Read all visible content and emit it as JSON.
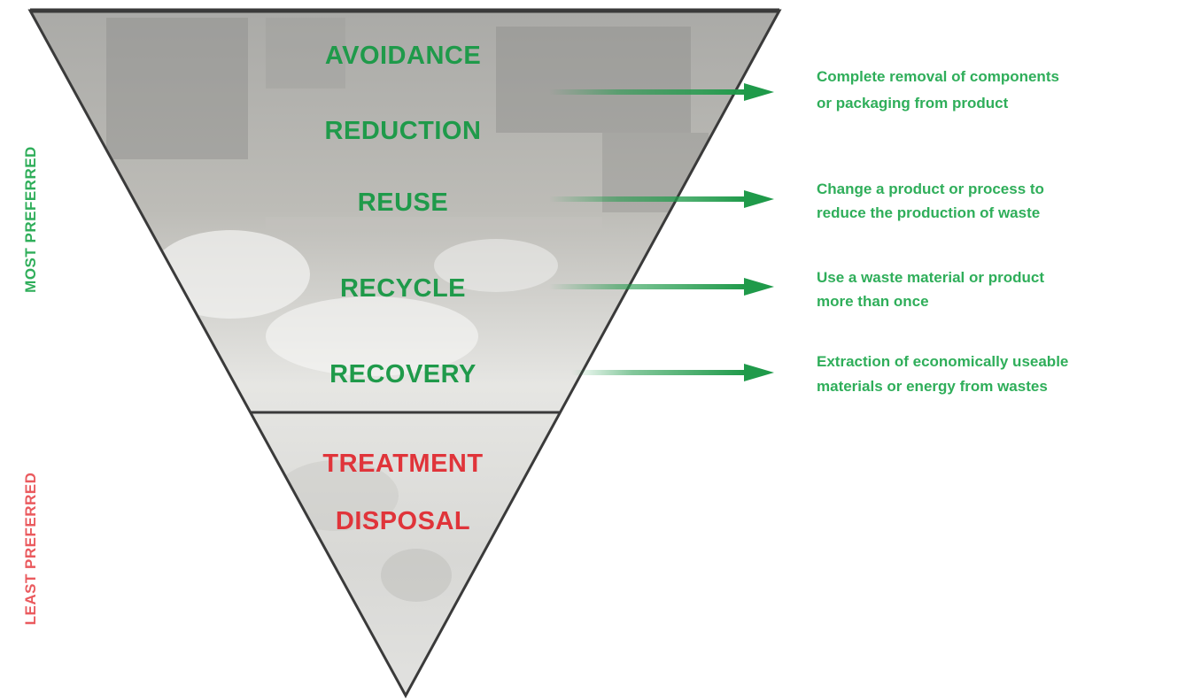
{
  "diagram": {
    "side_labels": {
      "most_preferred": "MOST PREFERRED",
      "least_preferred": "LEAST PREFERRED"
    },
    "tiers_preferred": [
      "AVOIDANCE",
      "REDUCTION",
      "REUSE",
      "RECYCLE",
      "RECOVERY"
    ],
    "tiers_least": [
      "TREATMENT",
      "DISPOSAL"
    ],
    "descriptions": [
      {
        "line1": "Complete removal of components",
        "line2": "or packaging from product"
      },
      {
        "line1": "Change a product or process to",
        "line2": "reduce the production of waste"
      },
      {
        "line1": "Use a waste material or product",
        "line2": "more than once"
      },
      {
        "line1": "Extraction of economically useable",
        "line2": "materials or energy from wastes"
      }
    ],
    "colors": {
      "preferred_green": "#1f9a4a",
      "least_red": "#e0343a",
      "outline": "#3a3a3a",
      "arrow_green": "#1f9a4a"
    }
  }
}
